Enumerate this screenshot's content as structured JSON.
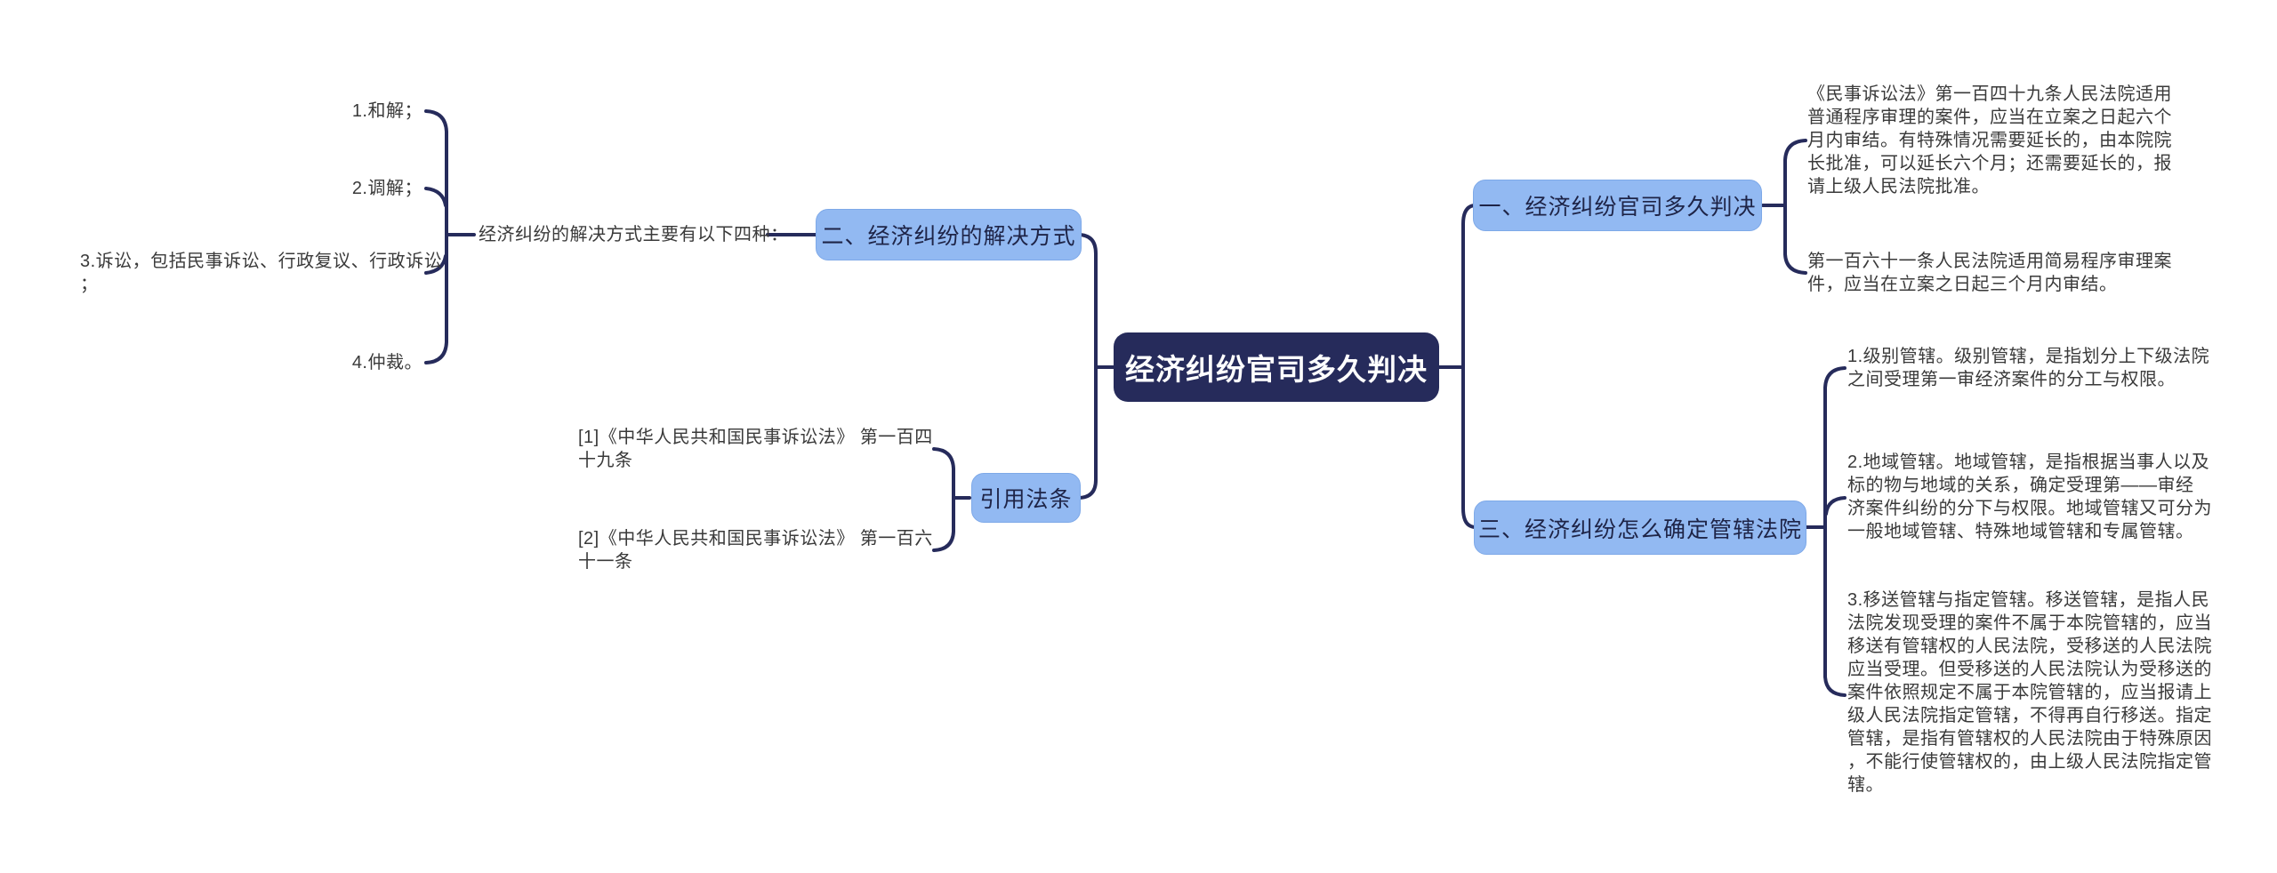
{
  "colors": {
    "background": "#ffffff",
    "central_fill": "#262b5b",
    "central_text": "#ffffff",
    "branch_fill": "#92b9f2",
    "branch_text": "#1e2447",
    "connector": "#262b5b",
    "body_text": "#3a3a3a"
  },
  "central": {
    "label": "经济纠纷官司多久判决"
  },
  "left": {
    "solutions": {
      "node_label": "二、经济纠纷的解决方式",
      "intro_text": "经济纠纷的解决方式主要有以下四种：",
      "items": [
        {
          "text": "1.和解；"
        },
        {
          "text": "2.调解；"
        },
        {
          "text": "3.诉讼，包括民事诉讼、行政复议、行政诉讼\n；"
        },
        {
          "text": "4.仲裁。"
        }
      ]
    },
    "citations": {
      "node_label": "引用法条",
      "items": [
        {
          "text": "[1]《中华人民共和国民事诉讼法》 第一百四\n十九条"
        },
        {
          "text": "[2]《中华人民共和国民事诉讼法》 第一百六\n十一条"
        }
      ]
    }
  },
  "right": {
    "duration": {
      "node_label": "一、经济纠纷官司多久判决",
      "items": [
        {
          "text": "《民事诉讼法》第一百四十九条人民法院适用\n普通程序审理的案件，应当在立案之日起六个\n月内审结。有特殊情况需要延长的，由本院院\n长批准，可以延长六个月；还需要延长的，报\n请上级人民法院批准。"
        },
        {
          "text": "第一百六十一条人民法院适用简易程序审理案\n件，应当在立案之日起三个月内审结。"
        }
      ]
    },
    "jurisdiction": {
      "node_label": "三、经济纠纷怎么确定管辖法院",
      "items": [
        {
          "text": "1.级别管辖。级别管辖，是指划分上下级法院\n之间受理第一审经济案件的分工与权限。"
        },
        {
          "text": "2.地域管辖。地域管辖，是指根据当事人以及\n标的物与地域的关系，确定受理第——审经\n济案件纠纷的分下与权限。地域管辖又可分为\n一般地域管辖、特殊地域管辖和专属管辖。"
        },
        {
          "text": "3.移送管辖与指定管辖。移送管辖，是指人民\n法院发现受理的案件不属于本院管辖的，应当\n移送有管辖权的人民法院，受移送的人民法院\n应当受理。但受移送的人民法院认为受移送的\n案件依照规定不属于本院管辖的，应当报请上\n级人民法院指定管辖，不得再自行移送。指定\n管辖，是指有管辖权的人民法院由于特殊原因\n，不能行使管辖权的，由上级人民法院指定管\n辖。"
        }
      ]
    }
  }
}
